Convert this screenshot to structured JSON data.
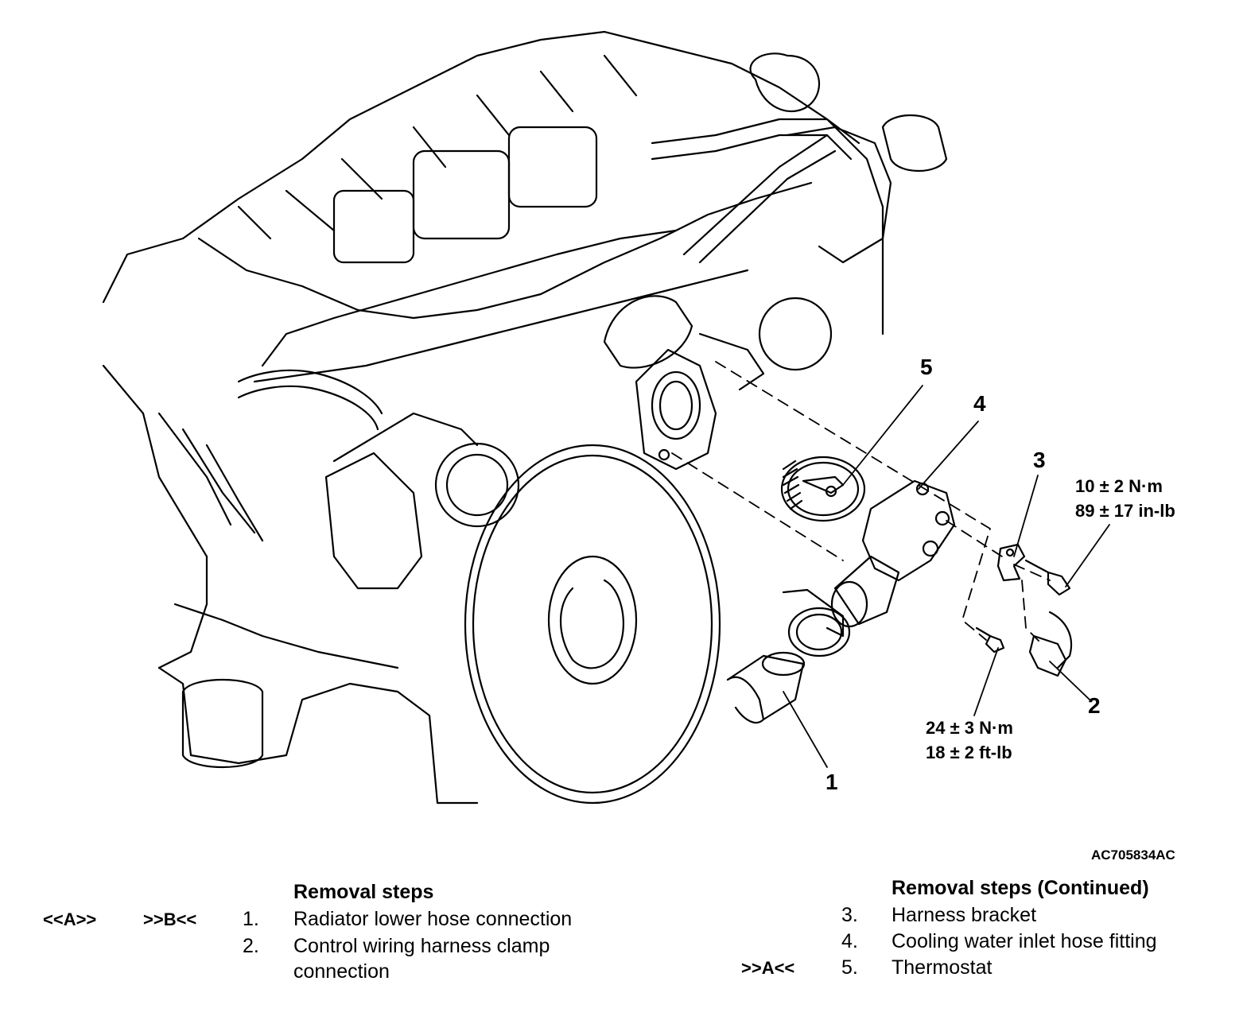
{
  "callouts": [
    {
      "id": "callout-1",
      "text": "1"
    },
    {
      "id": "callout-2",
      "text": "2"
    },
    {
      "id": "callout-3",
      "text": "3"
    },
    {
      "id": "callout-4",
      "text": "4"
    },
    {
      "id": "callout-5",
      "text": "5"
    }
  ],
  "torque_specs": {
    "bracket_bolt": {
      "line1": "10 ± 2 N·m",
      "line2": "89 ± 17 in-lb"
    },
    "fitting_bolt": {
      "line1": "24 ± 3 N·m",
      "line2": "18 ± 2 ft-lb"
    }
  },
  "figure_id": "AC705834AC",
  "removal_steps": {
    "title": "Removal steps",
    "items": [
      {
        "ref1": "<<A>>",
        "ref2": ">>B<<",
        "num": "1.",
        "label": "Radiator lower hose connection"
      },
      {
        "ref1": "",
        "ref2": "",
        "num": "2.",
        "label": "Control wiring harness clamp"
      },
      {
        "ref1": "",
        "ref2": "",
        "num": "",
        "label": "connection"
      }
    ]
  },
  "removal_steps_continued": {
    "title": "Removal steps (Continued)",
    "items": [
      {
        "ref": "",
        "num": "3.",
        "label": "Harness bracket"
      },
      {
        "ref": "",
        "num": "4.",
        "label": "Cooling water inlet hose fitting"
      },
      {
        "ref": ">>A<<",
        "num": "5.",
        "label": "Thermostat"
      }
    ]
  }
}
